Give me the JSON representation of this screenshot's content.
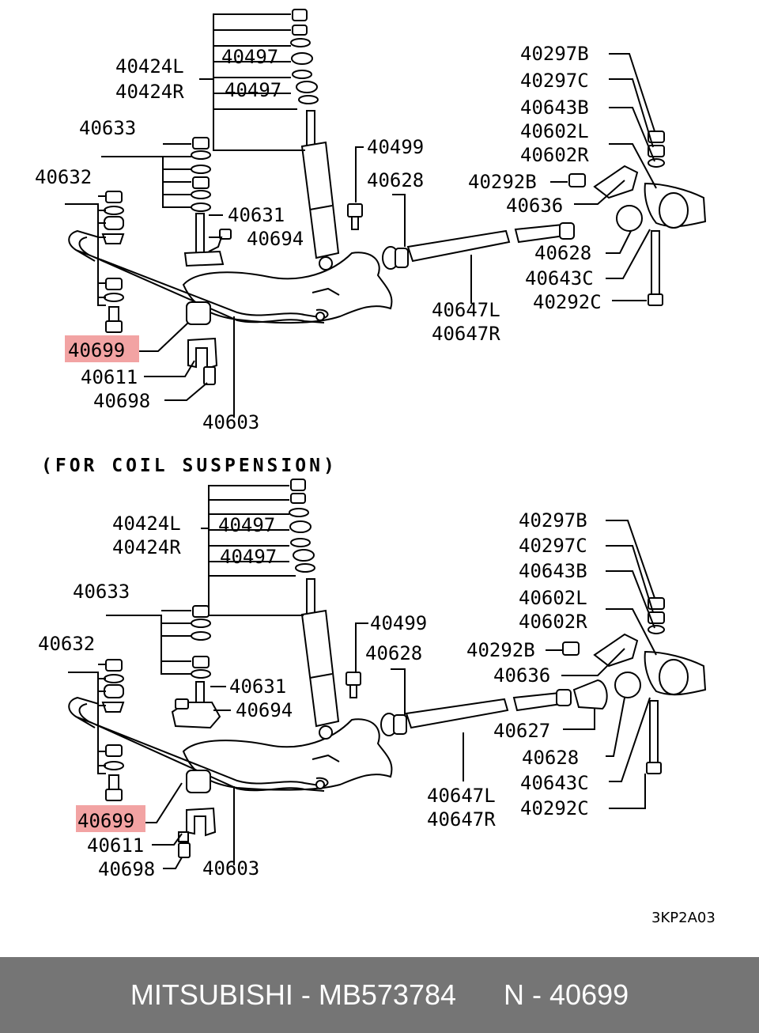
{
  "caption": "(FOR COIL SUSPENSION)",
  "drawing_code": "3KP2A03",
  "highlight_color": "#f2a3a3",
  "footer": {
    "brand": "MITSUBISHI",
    "separator": " - ",
    "part_number": "MB573784",
    "ref_prefix": "N - ",
    "ref_number": "40699"
  },
  "top": {
    "l40424L": "40424L",
    "l40424R": "40424R",
    "l40497a": "40497",
    "l40497b": "40497",
    "l40633": "40633",
    "l40632": "40632",
    "l40631": "40631",
    "l40694": "40694",
    "l40699": "40699",
    "l40611": "40611",
    "l40698": "40698",
    "l40603": "40603",
    "l40499": "40499",
    "l40628a": "40628",
    "l40647L": "40647L",
    "l40647R": "40647R",
    "l40297B": "40297B",
    "l40297C": "40297C",
    "l40643B": "40643B",
    "l40602L": "40602L",
    "l40602R": "40602R",
    "l40292B": "40292B",
    "l40636": "40636",
    "l40628b": "40628",
    "l40643C": "40643C",
    "l40292C": "40292C"
  },
  "bottom": {
    "l40424L": "40424L",
    "l40424R": "40424R",
    "l40497a": "40497",
    "l40497b": "40497",
    "l40633": "40633",
    "l40632": "40632",
    "l40631": "40631",
    "l40694": "40694",
    "l40699": "40699",
    "l40611": "40611",
    "l40698": "40698",
    "l40603": "40603",
    "l40499": "40499",
    "l40628a": "40628",
    "l40647L": "40647L",
    "l40647R": "40647R",
    "l40297B": "40297B",
    "l40297C": "40297C",
    "l40643B": "40643B",
    "l40602L": "40602L",
    "l40602R": "40602R",
    "l40292B": "40292B",
    "l40636": "40636",
    "l40627": "40627",
    "l40628b": "40628",
    "l40643C": "40643C",
    "l40292C": "40292C"
  }
}
